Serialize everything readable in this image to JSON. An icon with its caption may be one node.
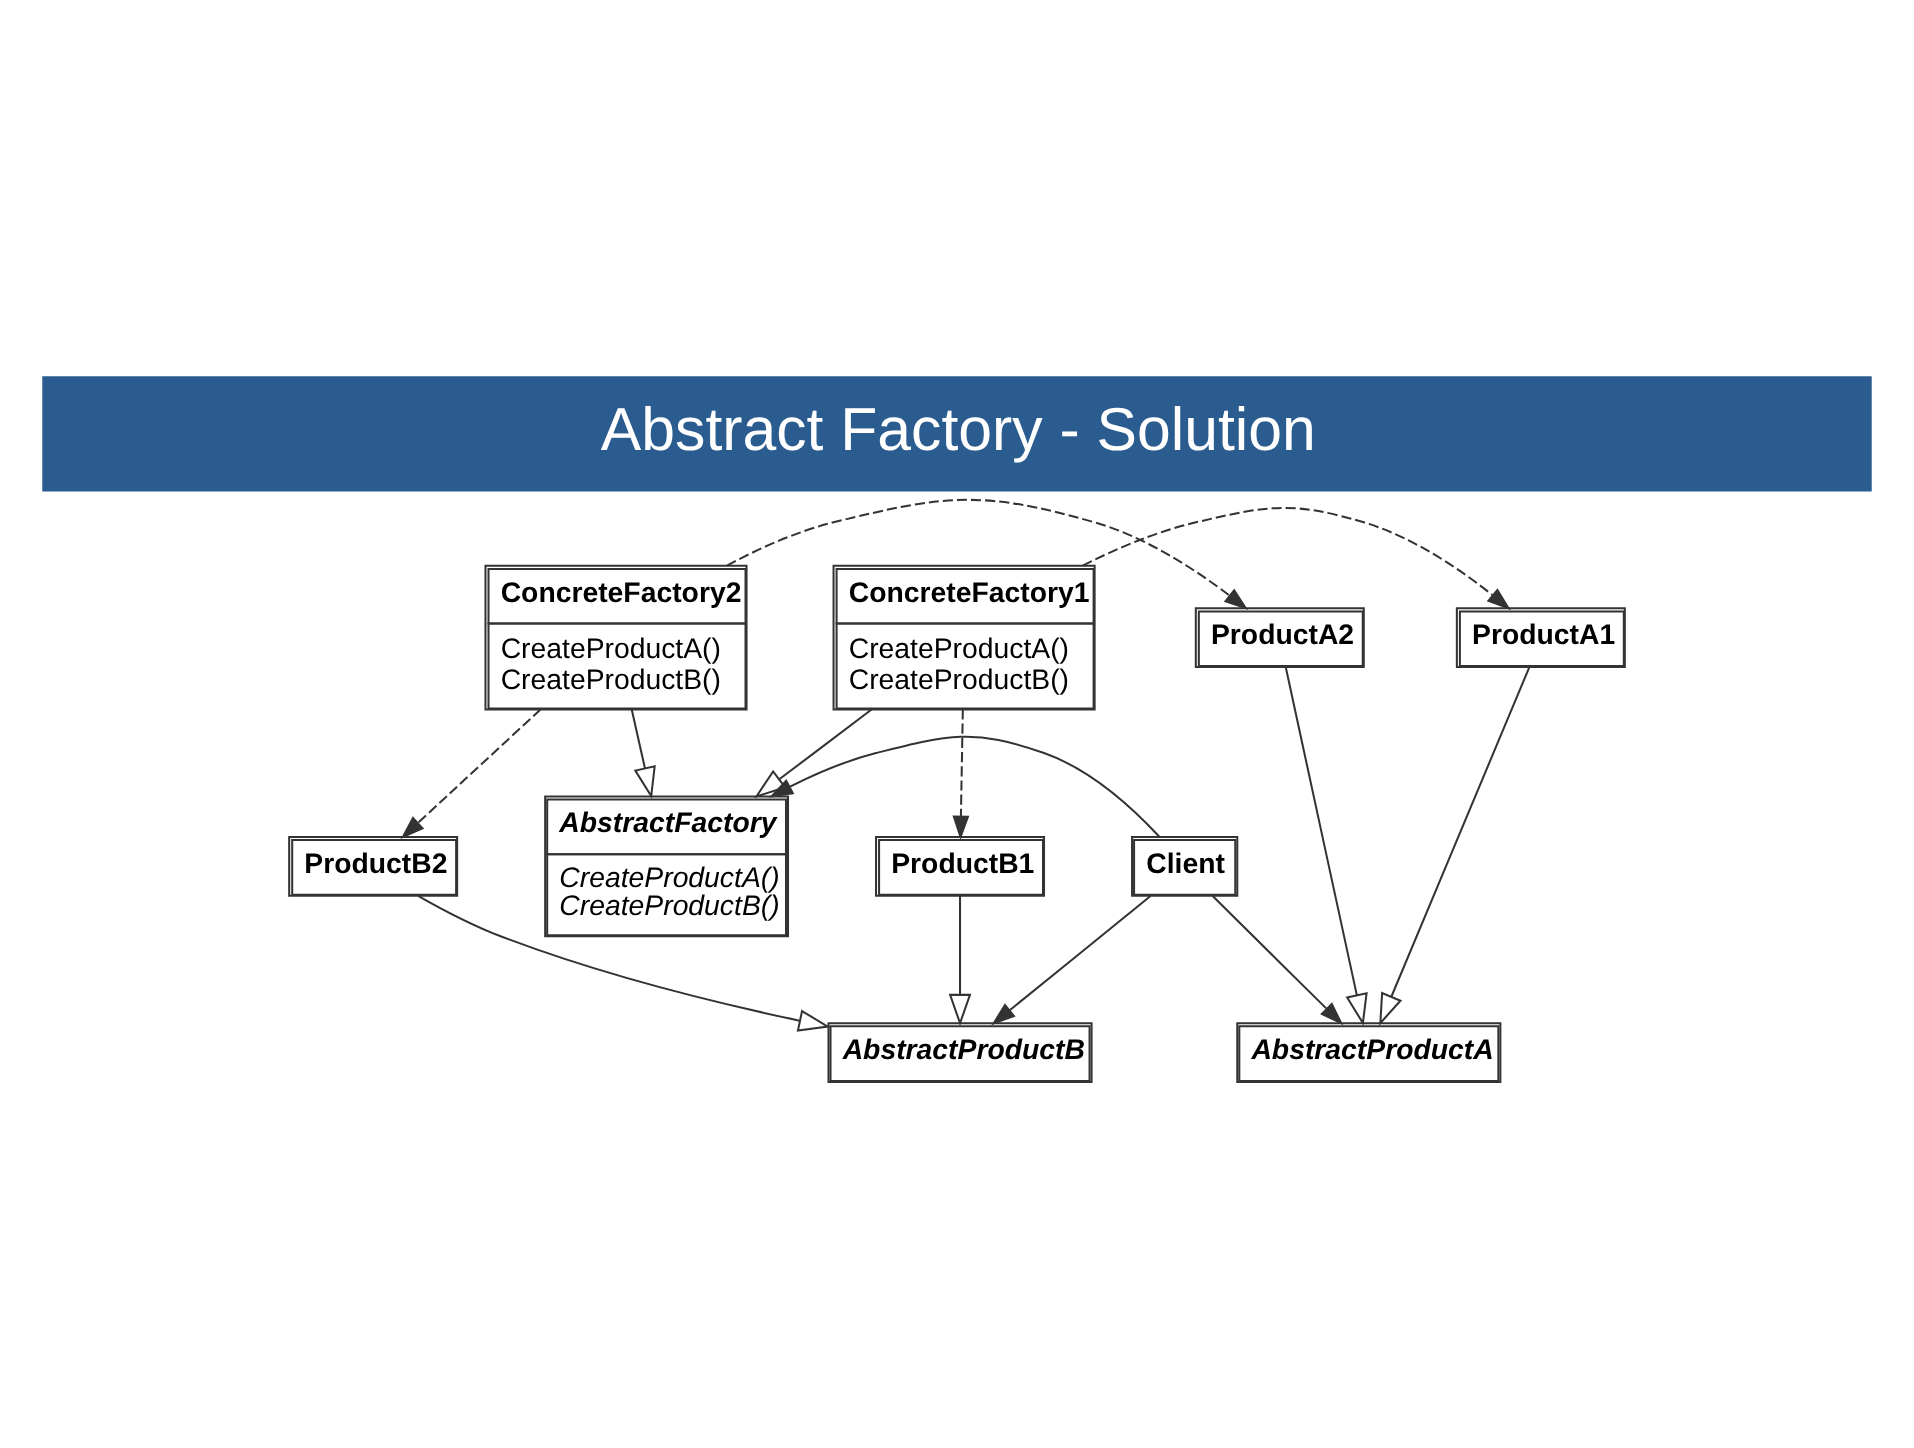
{
  "diagram": {
    "title": "Abstract Factory - Solution",
    "nodes": [
      {
        "text": [
          "AbstractFactory",
          "CreateProductA()",
          "CreateProductB()"
        ]
      },
      {
        "text": [
          "Client"
        ]
      },
      {
        "text": [
          "AbstractProductA"
        ]
      },
      {
        "text": [
          "ConcreteFactory1",
          "CreateProductA()",
          "CreateProductB()"
        ]
      },
      {
        "text": [
          "ConcreteFactory2",
          "CreateProductA()",
          "CreateProductB()"
        ]
      },
      {
        "text": [
          "ProductA2"
        ]
      },
      {
        "text": [
          "ProductA1"
        ]
      },
      {
        "text": [
          "AbstractProductB"
        ]
      },
      {
        "text": [
          "ProductB2"
        ]
      },
      {
        "text": [
          "ProductB1"
        ]
      }
    ],
    "edges": [
      {
        "from": 1,
        "to": 0,
        "arrow": "to"
      },
      {
        "from": 1,
        "to": 2,
        "arrow": "to"
      },
      {
        "from": 1,
        "to": 7,
        "arrow": "to"
      },
      {
        "from": 3,
        "to": 0,
        "arrow": "to"
      },
      {
        "from": 4,
        "to": 0,
        "arrow": "to"
      },
      {
        "from": 5,
        "to": 2,
        "arrow": "to"
      },
      {
        "from": 6,
        "to": 2,
        "arrow": "to"
      },
      {
        "from": 8,
        "to": 7,
        "arrow": "to"
      },
      {
        "from": 9,
        "to": 7,
        "arrow": "to"
      },
      {
        "from": 4,
        "to": 5,
        "arrow": "to",
        "style": "dashed"
      },
      {
        "from": 4,
        "to": 8,
        "arrow": "to",
        "style": "dashed"
      },
      {
        "from": 3,
        "to": 6,
        "arrow": "to",
        "style": "dashed"
      },
      {
        "from": 3,
        "to": 9,
        "arrow": "to",
        "style": "dashed"
      }
    ]
  }
}
